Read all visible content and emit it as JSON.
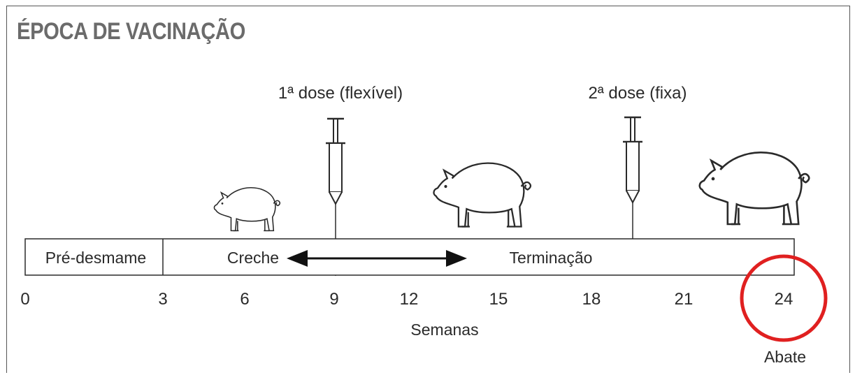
{
  "title": "ÉPOCA DE VACINAÇÃO",
  "doses": [
    {
      "label": "1ª dose (flexível)",
      "week": 9
    },
    {
      "label": "2ª dose (fixa)",
      "week": 19.5
    }
  ],
  "phases": [
    {
      "label": "Pré-desmame"
    },
    {
      "label": "Creche"
    },
    {
      "label": "Terminação"
    }
  ],
  "timeline": {
    "ticks": [
      "0",
      "3",
      "6",
      "9",
      "12",
      "15",
      "18",
      "21",
      "24"
    ],
    "axis_label": "Semanas",
    "highlight_label": "Abate",
    "highlight_color": "#e02020"
  },
  "icons": [
    "syringe-icon",
    "pig-icon",
    "double-arrow-icon"
  ]
}
